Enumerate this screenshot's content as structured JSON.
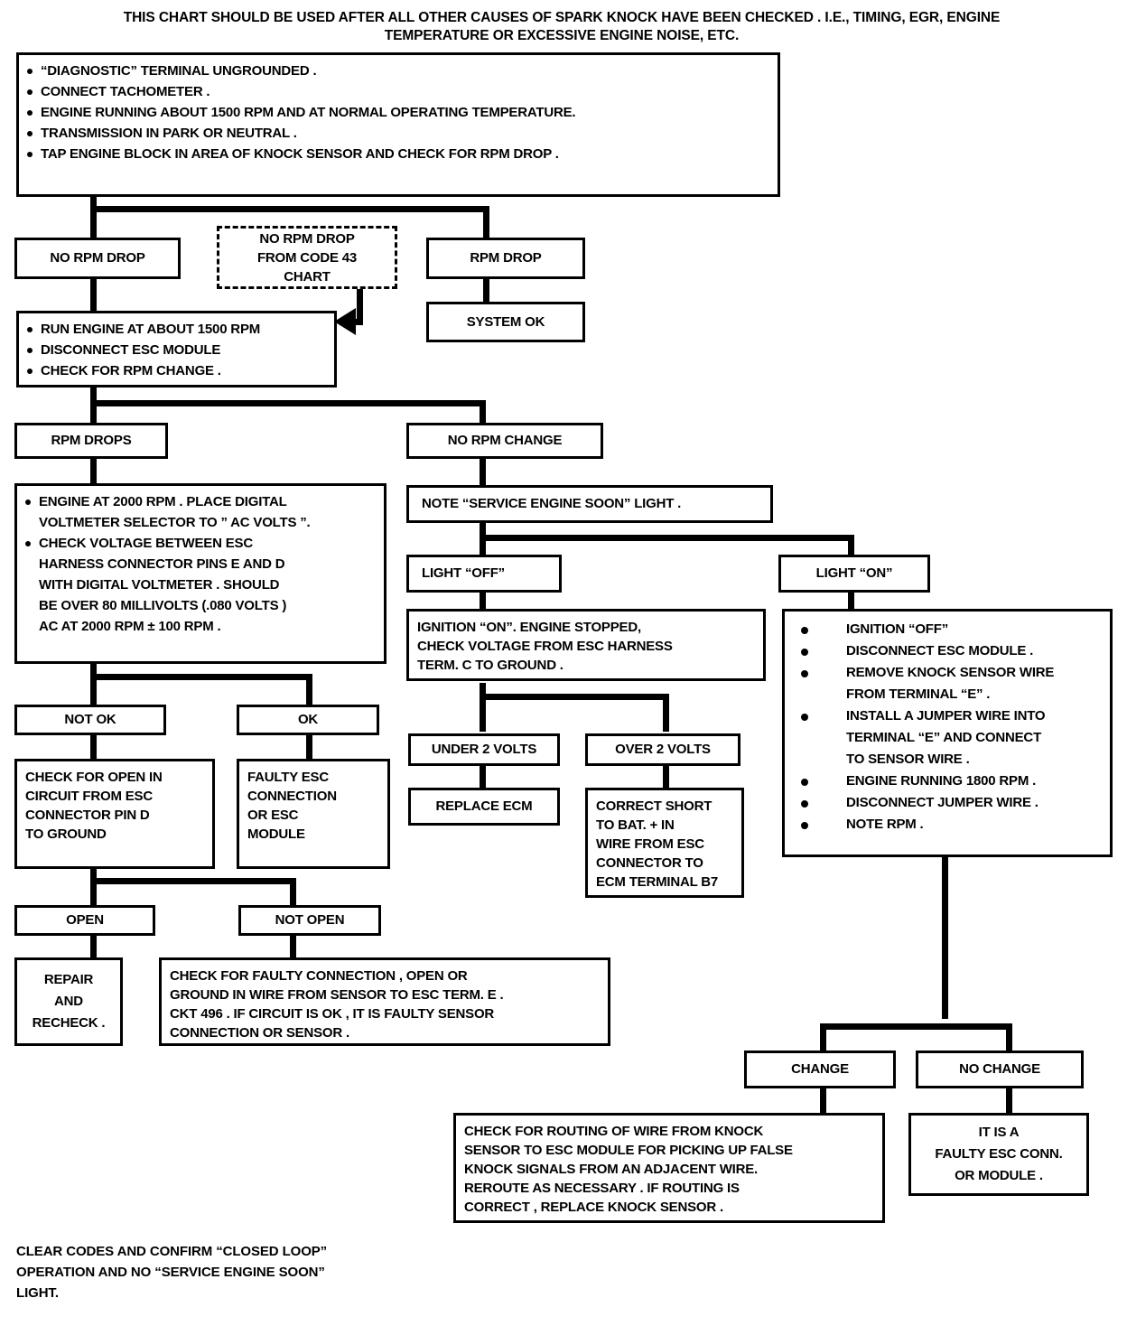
{
  "header": {
    "note": "THIS CHART SHOULD BE USED AFTER ALL OTHER CAUSES OF SPARK KNOCK HAVE BEEN CHECKED . I.E.,  TIMING, EGR, ENGINE\nTEMPERATURE OR EXCESSIVE ENGINE NOISE, ETC."
  },
  "footer": {
    "text": "CLEAR CODES AND CONFIRM  “CLOSED LOOP”\nOPERATION AND NO “SERVICE ENGINE SOON”\nLIGHT."
  },
  "chart_data": {
    "type": "diagram",
    "title": "ESC / Knock Sensor Diagnostic Flow Chart",
    "nodes": [
      {
        "id": "setup",
        "shape": "box",
        "kind": "bullets"
      },
      {
        "id": "no-rpm-drop",
        "shape": "box",
        "kind": "label"
      },
      {
        "id": "code43",
        "shape": "dashed-box",
        "kind": "label"
      },
      {
        "id": "rpm-drop",
        "shape": "box",
        "kind": "label"
      },
      {
        "id": "system-ok",
        "shape": "box",
        "kind": "label"
      },
      {
        "id": "run-engine",
        "shape": "box",
        "kind": "bullets"
      },
      {
        "id": "rpm-drops",
        "shape": "box",
        "kind": "label"
      },
      {
        "id": "no-rpm-change",
        "shape": "box",
        "kind": "label"
      },
      {
        "id": "engine-2000",
        "shape": "box",
        "kind": "bullets"
      },
      {
        "id": "note-light",
        "shape": "box",
        "kind": "label"
      },
      {
        "id": "light-off",
        "shape": "box",
        "kind": "label"
      },
      {
        "id": "light-on",
        "shape": "box",
        "kind": "label"
      },
      {
        "id": "ignition-on",
        "shape": "box",
        "kind": "para"
      },
      {
        "id": "light-on-steps",
        "shape": "box",
        "kind": "bullets"
      },
      {
        "id": "not-ok",
        "shape": "box",
        "kind": "label"
      },
      {
        "id": "ok",
        "shape": "box",
        "kind": "label"
      },
      {
        "id": "under-2-volts",
        "shape": "box",
        "kind": "label"
      },
      {
        "id": "over-2-volts",
        "shape": "box",
        "kind": "label"
      },
      {
        "id": "check-open",
        "shape": "box",
        "kind": "para"
      },
      {
        "id": "faulty-esc",
        "shape": "box",
        "kind": "para"
      },
      {
        "id": "replace-ecm",
        "shape": "box",
        "kind": "label"
      },
      {
        "id": "correct-short",
        "shape": "box",
        "kind": "para"
      },
      {
        "id": "open",
        "shape": "box",
        "kind": "label"
      },
      {
        "id": "not-open",
        "shape": "box",
        "kind": "label"
      },
      {
        "id": "repair",
        "shape": "box",
        "kind": "label"
      },
      {
        "id": "check-faulty",
        "shape": "box",
        "kind": "para"
      },
      {
        "id": "change",
        "shape": "box",
        "kind": "label"
      },
      {
        "id": "no-change",
        "shape": "box",
        "kind": "label"
      },
      {
        "id": "check-routing",
        "shape": "box",
        "kind": "para"
      },
      {
        "id": "faulty-conn",
        "shape": "box",
        "kind": "label"
      }
    ],
    "edges": [
      {
        "from": "setup",
        "to": "no-rpm-drop"
      },
      {
        "from": "setup",
        "to": "rpm-drop"
      },
      {
        "from": "no-rpm-drop",
        "to": "run-engine"
      },
      {
        "from": "rpm-drop",
        "to": "system-ok"
      },
      {
        "from": "code43",
        "to": "run-engine",
        "style": "arrow"
      },
      {
        "from": "run-engine",
        "to": "rpm-drops"
      },
      {
        "from": "run-engine",
        "to": "no-rpm-change"
      },
      {
        "from": "rpm-drops",
        "to": "engine-2000"
      },
      {
        "from": "no-rpm-change",
        "to": "note-light"
      },
      {
        "from": "note-light",
        "to": "light-off"
      },
      {
        "from": "note-light",
        "to": "light-on"
      },
      {
        "from": "light-off",
        "to": "ignition-on"
      },
      {
        "from": "light-on",
        "to": "light-on-steps"
      },
      {
        "from": "engine-2000",
        "to": "not-ok"
      },
      {
        "from": "engine-2000",
        "to": "ok"
      },
      {
        "from": "ignition-on",
        "to": "under-2-volts"
      },
      {
        "from": "ignition-on",
        "to": "over-2-volts"
      },
      {
        "from": "not-ok",
        "to": "check-open"
      },
      {
        "from": "ok",
        "to": "faulty-esc"
      },
      {
        "from": "under-2-volts",
        "to": "replace-ecm"
      },
      {
        "from": "over-2-volts",
        "to": "correct-short"
      },
      {
        "from": "check-open",
        "to": "open"
      },
      {
        "from": "check-open",
        "to": "not-open"
      },
      {
        "from": "open",
        "to": "repair"
      },
      {
        "from": "not-open",
        "to": "check-faulty"
      },
      {
        "from": "light-on-steps",
        "to": "change"
      },
      {
        "from": "light-on-steps",
        "to": "no-change"
      },
      {
        "from": "change",
        "to": "check-routing"
      },
      {
        "from": "no-change",
        "to": "faulty-conn"
      }
    ]
  },
  "nodes": {
    "setup": {
      "bullets": [
        "“DIAGNOSTIC” TERMINAL UNGROUNDED .",
        "CONNECT TACHOMETER .",
        "ENGINE RUNNING  ABOUT 1500 RPM AND AT NORMAL OPERATING TEMPERATURE.",
        "TRANSMISSION IN PARK OR NEUTRAL .",
        "TAP ENGINE BLOCK IN AREA OF KNOCK SENSOR AND CHECK FOR RPM DROP ."
      ]
    },
    "no_rpm_drop": {
      "label": "NO RPM DROP"
    },
    "code43": {
      "label": "NO RPM DROP\nFROM CODE 43\nCHART"
    },
    "rpm_drop": {
      "label": "RPM DROP"
    },
    "system_ok": {
      "label": "SYSTEM OK"
    },
    "run_engine": {
      "bullets": [
        "RUN ENGINE AT ABOUT 1500 RPM",
        "DISCONNECT ESC MODULE",
        "CHECK FOR RPM CHANGE ."
      ]
    },
    "rpm_drops": {
      "label": "RPM DROPS"
    },
    "no_rpm_change": {
      "label": "NO RPM CHANGE"
    },
    "engine_2000": {
      "bullets": [
        "ENGINE AT 2000 RPM . PLACE DIGITAL\nVOLTMETER SELECTOR TO ” AC VOLTS ”.",
        "CHECK VOLTAGE BETWEEN ESC\nHARNESS CONNECTOR PINS  E  AND  D\nWITH DIGITAL VOLTMETER . SHOULD\nBE OVER 80 MILLIVOLTS (.080  VOLTS )\nAC  AT 2000 RPM ± 100 RPM ."
      ]
    },
    "note_light": {
      "label": "NOTE “SERVICE ENGINE SOON” LIGHT ."
    },
    "light_off": {
      "label": "LIGHT “OFF”"
    },
    "light_on": {
      "label": "LIGHT “ON”"
    },
    "ignition_on": {
      "text": "IGNITION “ON”. ENGINE STOPPED,\nCHECK VOLTAGE FROM ESC HARNESS\nTERM. C  TO GROUND ."
    },
    "light_on_steps": {
      "bullets": [
        "IGNITION “OFF”",
        "DISCONNECT ESC MODULE .",
        "REMOVE KNOCK SENSOR WIRE\nFROM TERMINAL “E” .",
        "INSTALL A JUMPER WIRE INTO\nTERMINAL “E” AND CONNECT\nTO SENSOR WIRE .",
        "ENGINE RUNNING 1800 RPM .",
        "DISCONNECT JUMPER WIRE .",
        "NOTE RPM ."
      ]
    },
    "not_ok": {
      "label": "NOT OK"
    },
    "ok": {
      "label": "OK"
    },
    "under_2_volts": {
      "label": "UNDER 2 VOLTS"
    },
    "over_2_volts": {
      "label": "OVER 2 VOLTS"
    },
    "check_open": {
      "text": "CHECK FOR OPEN IN\nCIRCUIT FROM ESC\nCONNECTOR PIN  D\nTO GROUND"
    },
    "faulty_esc": {
      "text": "FAULTY ESC\nCONNECTION\nOR ESC\nMODULE"
    },
    "replace_ecm": {
      "label": "REPLACE ECM"
    },
    "correct_short": {
      "text": "CORRECT SHORT\nTO BAT.  +  IN\nWIRE FROM ESC\nCONNECTOR TO\nECM TERMINAL B7"
    },
    "open": {
      "label": "OPEN"
    },
    "not_open": {
      "label": "NOT OPEN"
    },
    "repair": {
      "label": "REPAIR\nAND\nRECHECK ."
    },
    "check_faulty": {
      "text": "CHECK FOR FAULTY CONNECTION , OPEN OR\nGROUND IN WIRE FROM SENSOR TO ESC TERM.  E  .\nCKT 496 . IF CIRCUIT IS OK , IT IS FAULTY SENSOR\nCONNECTION OR SENSOR ."
    },
    "change": {
      "label": "CHANGE"
    },
    "no_change": {
      "label": "NO CHANGE"
    },
    "check_routing": {
      "text": "CHECK FOR ROUTING OF WIRE FROM KNOCK\nSENSOR TO ESC MODULE FOR PICKING UP FALSE\nKNOCK SIGNALS FROM AN ADJACENT WIRE.\nREROUTE AS NECESSARY . IF ROUTING IS\nCORRECT , REPLACE KNOCK SENSOR ."
    },
    "faulty_conn": {
      "label": "IT IS A\nFAULTY ESC CONN.\nOR MODULE ."
    }
  }
}
